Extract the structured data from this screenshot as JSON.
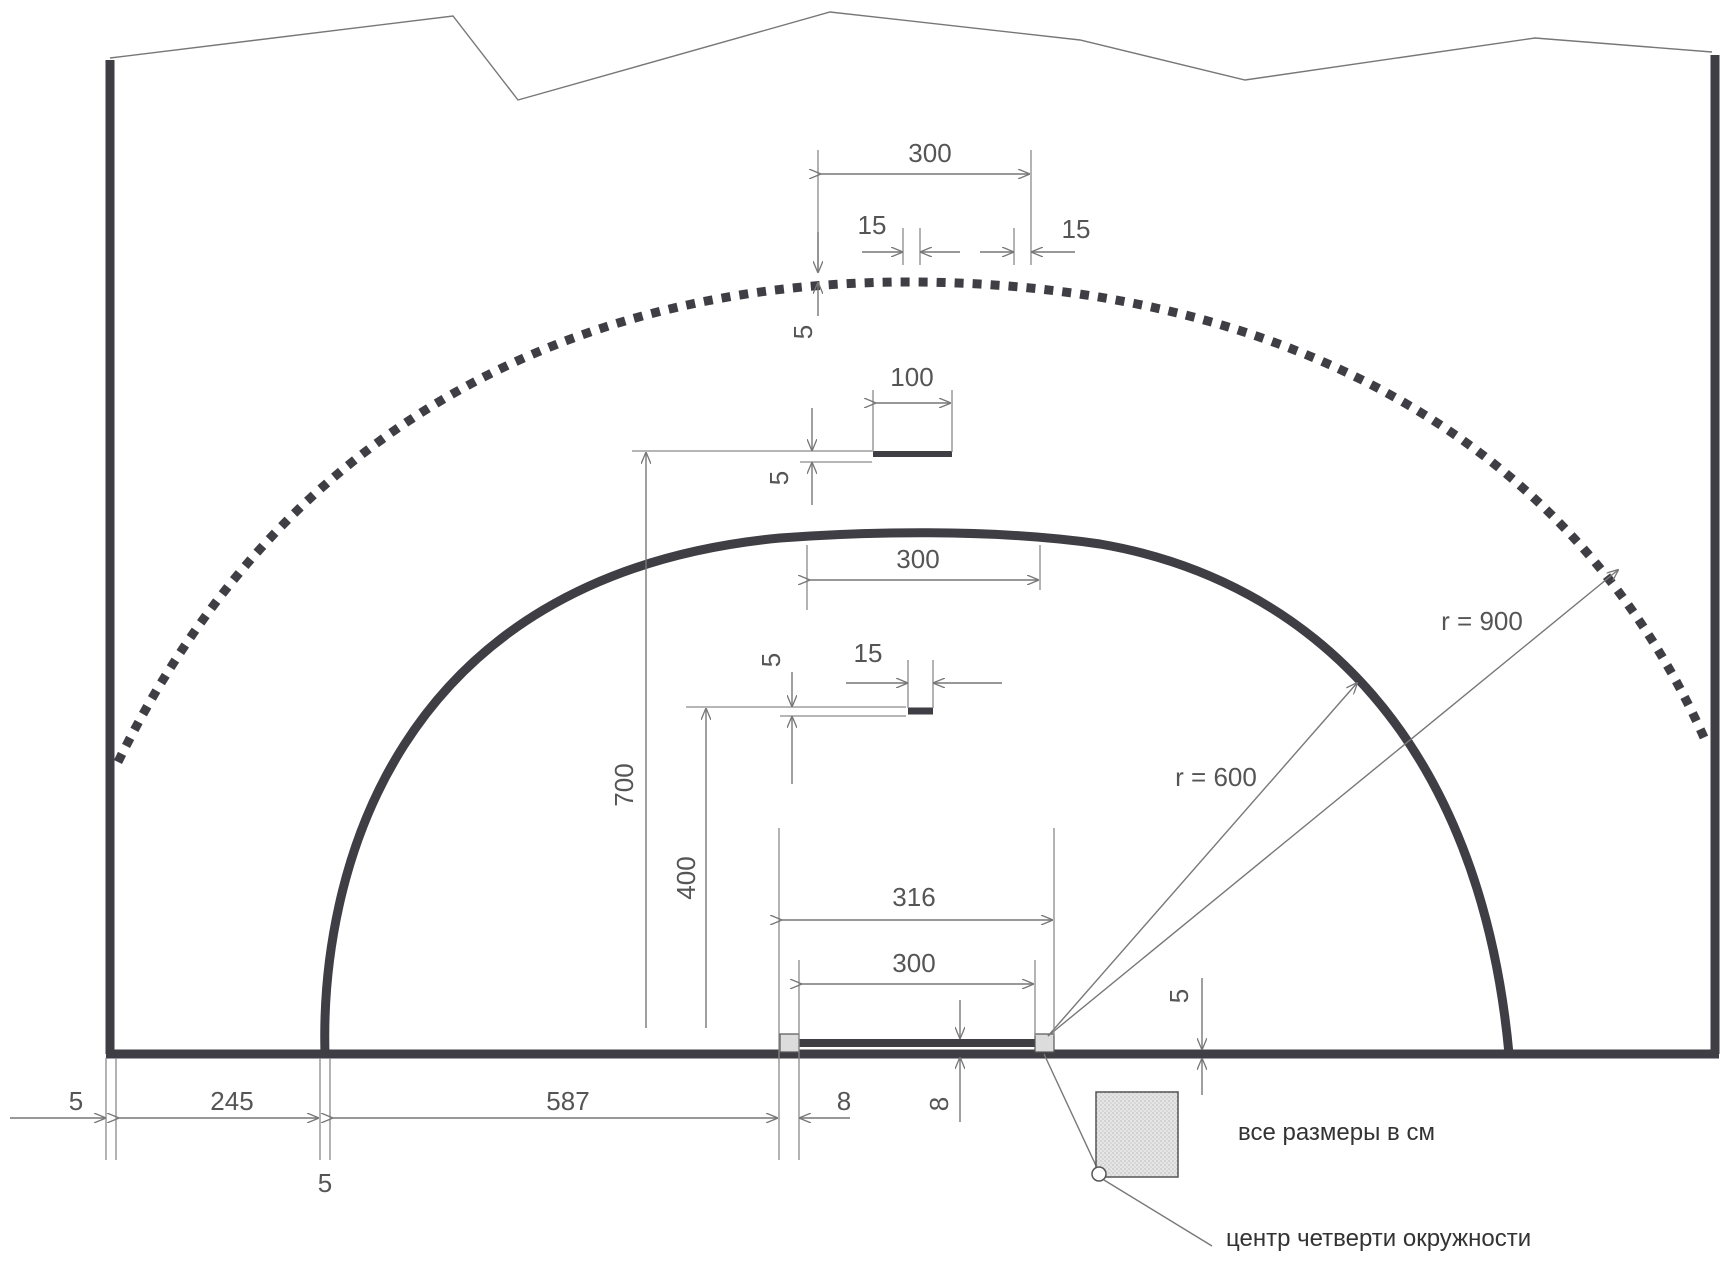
{
  "labels": {
    "d300_top": "300",
    "d15_left": "15",
    "d15_right": "15",
    "d5_top": "5",
    "d100": "100",
    "d5_mark": "5",
    "d300_mid": "300",
    "d5_small": "5",
    "d15_small": "15",
    "r900": "r = 900",
    "r600": "r = 600",
    "d700": "700",
    "d400": "400",
    "d316": "316",
    "d300_bottom": "300",
    "d5_right": "5",
    "d5_left": "5",
    "d245": "245",
    "d587": "587",
    "d8_h": "8",
    "d8_v": "8",
    "d5_below": "5"
  },
  "notes": {
    "units": "все размеры в см",
    "center": "центр четверти окружности"
  },
  "colors": {
    "line": "#3e3e44",
    "dim": "#777777",
    "box": "#d8d8d8"
  }
}
